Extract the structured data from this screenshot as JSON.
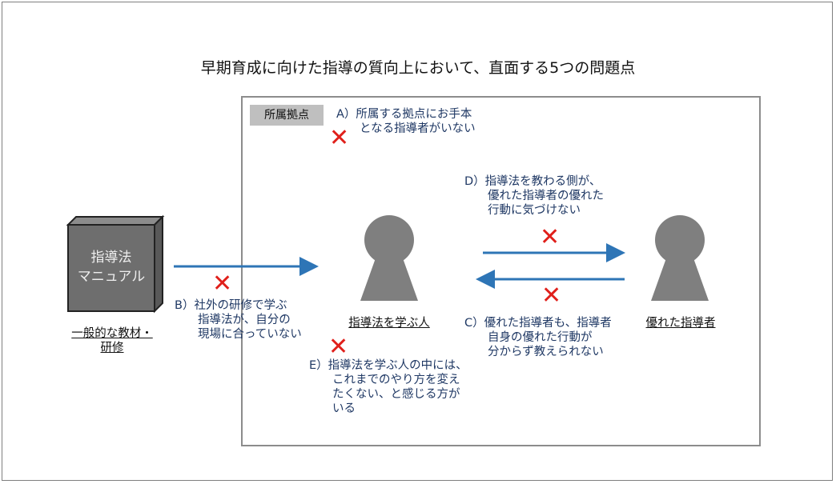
{
  "title": "早期育成に向けた指導の質向上において、直面する5つの問題点",
  "site_label": "所属拠点",
  "manual": {
    "label": "指導法\nマニュアル",
    "caption": "一般的な教材・\n研修"
  },
  "learner": "指導法を学ぶ人",
  "expert": "優れた指導者",
  "problems": {
    "a": "A）所属する拠点にお手本\n　　となる指導者がいない",
    "b": "B）社外の研修で学ぶ\n　　指導法が、自分の\n　　現場に合っていない",
    "c": "C）優れた指導者も、指導者\n　　自身の優れた行動が\n　　分からず教えられない",
    "d": "D）指導法を教わる側が、\n　　優れた指導者の優れた\n　　行動に気づけない",
    "e": "E）指導法を学ぶ人の中には、\n　　これまでのやり方を変え\n　　たくない、と感じる方が\n　　いる"
  },
  "colors": {
    "arrow": "#2e75b6",
    "cross": "#e0201b",
    "text": "#1f3864",
    "person": "#7f7f7f"
  }
}
